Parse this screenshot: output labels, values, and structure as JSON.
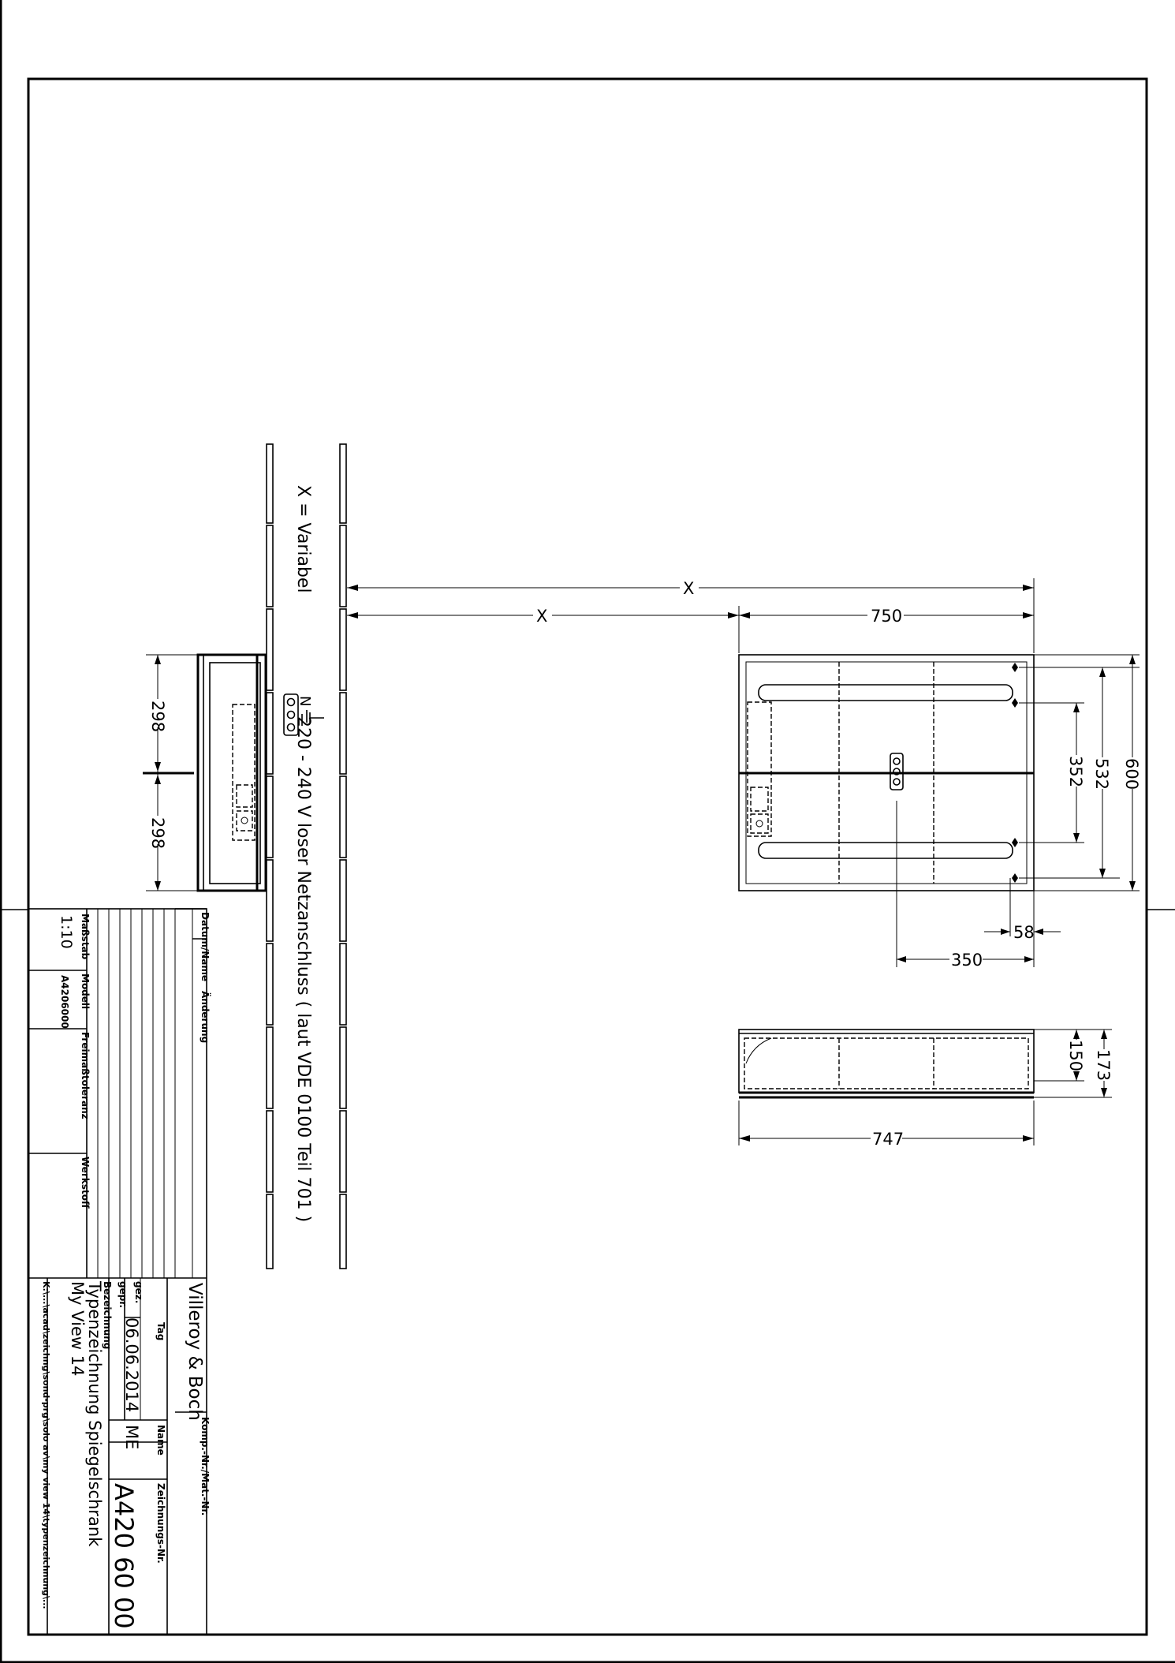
{
  "note_variable": "X = Variabel",
  "power_note": "220 - 240 V loser Netzanschluss ( laut VDE 0100 Teil 701 )",
  "power_symbol": {
    "n": "N",
    "pe": "±"
  },
  "dimensions": {
    "x_total": "X",
    "x_offset": "X",
    "width_750": "750",
    "height_600": "600",
    "height_532": "532",
    "height_352": "352",
    "side_58": "58",
    "side_350": "350",
    "depth_150": "150",
    "depth_173": "173",
    "width_747": "747",
    "side_298_top": "298",
    "side_298_bottom": "298"
  },
  "title_block": {
    "massstab_label": "Maßstab",
    "massstab_value": "1:10",
    "modell_label": "Modell",
    "modell_value": "A4206000",
    "freimass_label": "Freimaßtoleranz",
    "werkstoff_label": "Werkstoff",
    "datum_name_label": "Datum/Name",
    "aenderung_label": "Änderung",
    "company": "Villeroy & Boch",
    "komp_label": "Komp.-Nr./Mat.-Nr.",
    "tag_label": "Tag",
    "name_label": "Name",
    "gez_label": "gez.",
    "gepr_label": "gepr.",
    "date_value": "06.06.2014",
    "name_value": "ME",
    "zeichnungs_label": "Zeichnungs-Nr.",
    "zeichnungs_value": "A420 60 00",
    "bezeichnung_label": "Bezeichnung",
    "bezeichnung_line1": "Typenzeichnung Spiegelschrank",
    "bezeichnung_line2": "My View 14",
    "path_value": "K:\\...\\acad\\zeichng\\sond-prg\\solo av\\my view 14\\typenzeichnung\\..."
  }
}
